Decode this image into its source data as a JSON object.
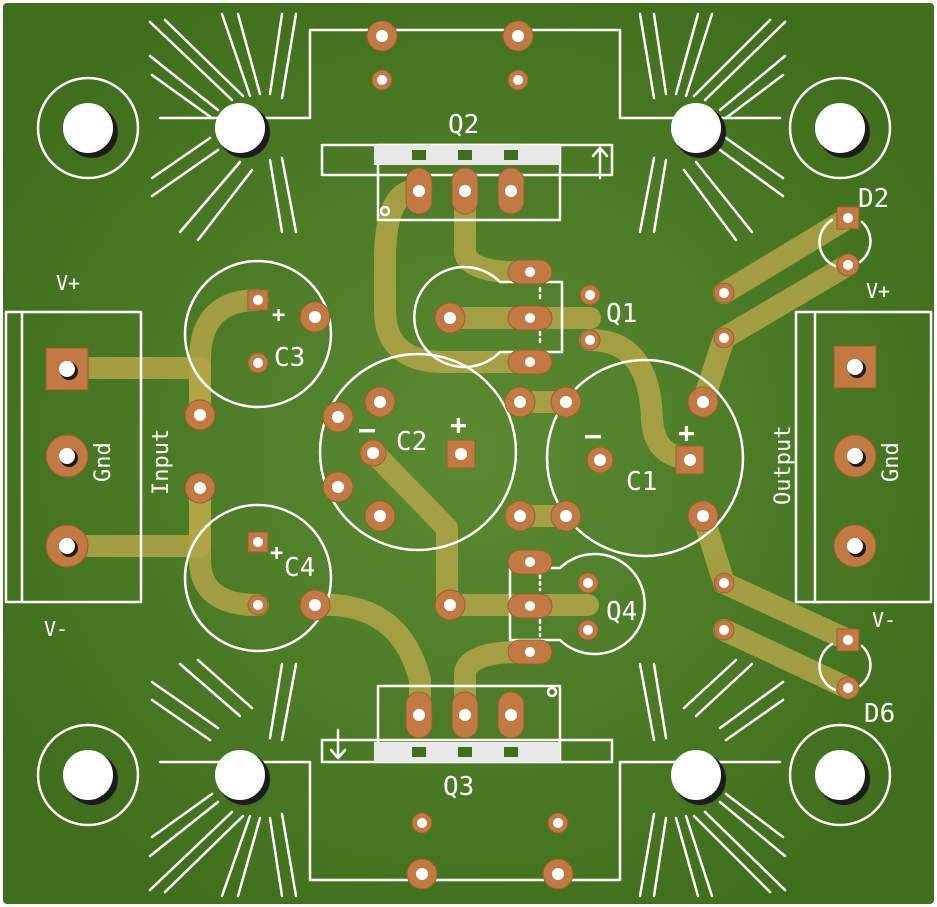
{
  "board": {
    "colors": {
      "substrate": "#3f6e1c",
      "substrate_center": "#5b8a32",
      "copper": "#c27a45",
      "trace": "#b3a548",
      "silkscreen": "#ffffff"
    },
    "connectors": {
      "input": {
        "label": "Input",
        "pins": [
          "V+",
          "Gnd",
          "V-"
        ]
      },
      "output": {
        "label": "Output",
        "pins": [
          "V+",
          "Gnd",
          "V-"
        ]
      }
    },
    "components": [
      {
        "ref": "Q1",
        "type": "transistor"
      },
      {
        "ref": "Q2",
        "type": "power-transistor"
      },
      {
        "ref": "Q3",
        "type": "power-transistor"
      },
      {
        "ref": "Q4",
        "type": "transistor"
      },
      {
        "ref": "C1",
        "type": "electrolytic-capacitor"
      },
      {
        "ref": "C2",
        "type": "electrolytic-capacitor"
      },
      {
        "ref": "C3",
        "type": "electrolytic-capacitor"
      },
      {
        "ref": "C4",
        "type": "electrolytic-capacitor"
      },
      {
        "ref": "D2",
        "type": "diode"
      },
      {
        "ref": "D6",
        "type": "diode"
      }
    ],
    "polarity": {
      "plus": "+",
      "minus": "−"
    }
  }
}
